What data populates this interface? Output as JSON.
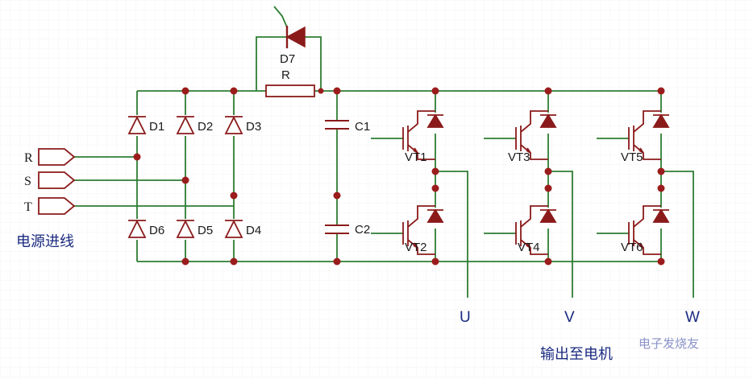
{
  "inputs": {
    "r": "R",
    "s": "S",
    "t": "T"
  },
  "caption_input": "电源进线",
  "caption_output": "输出至电机",
  "watermark": "电子发烧友",
  "diodes": {
    "d1": "D1",
    "d2": "D2",
    "d3": "D3",
    "d4": "D4",
    "d5": "D5",
    "d6": "D6",
    "d7": "D7"
  },
  "resistor": "R",
  "capacitors": {
    "c1": "C1",
    "c2": "C2"
  },
  "igbts": {
    "vt1": "VT1",
    "vt2": "VT2",
    "vt3": "VT3",
    "vt4": "VT4",
    "vt5": "VT5",
    "vt6": "VT6"
  },
  "outputs": {
    "u": "U",
    "v": "V",
    "w": "W"
  },
  "colors": {
    "wire": "#2e7d32",
    "component": "#8b1a1a",
    "node": "#9b1c1c",
    "grid": "#f4f4f4"
  }
}
